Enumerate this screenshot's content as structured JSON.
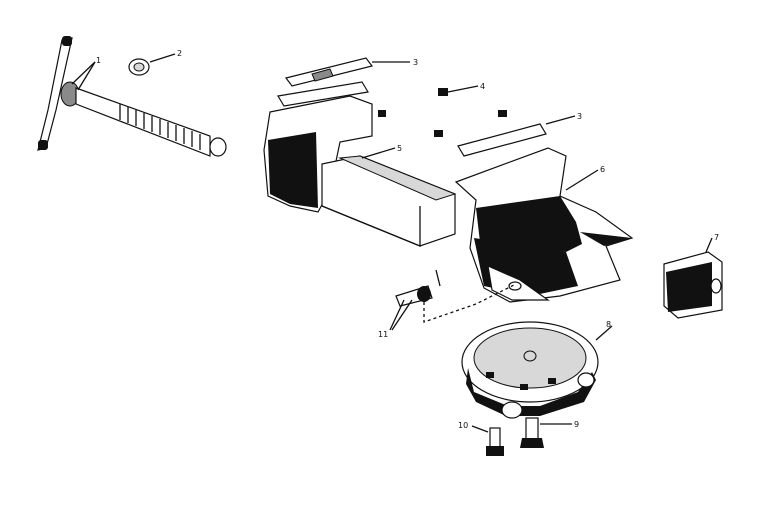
{
  "diagram": {
    "callouts": [
      {
        "id": "c1a",
        "text": "1"
      },
      {
        "id": "c2",
        "text": "2"
      },
      {
        "id": "c3a",
        "text": "3"
      },
      {
        "id": "c4",
        "text": "4"
      },
      {
        "id": "c3b",
        "text": "3"
      },
      {
        "id": "c5",
        "text": "5"
      },
      {
        "id": "c6",
        "text": "6"
      },
      {
        "id": "c7",
        "text": "7"
      },
      {
        "id": "c8",
        "text": "8"
      },
      {
        "id": "c9",
        "text": "9"
      },
      {
        "id": "c10",
        "text": "10"
      },
      {
        "id": "c11",
        "text": "11"
      }
    ]
  }
}
